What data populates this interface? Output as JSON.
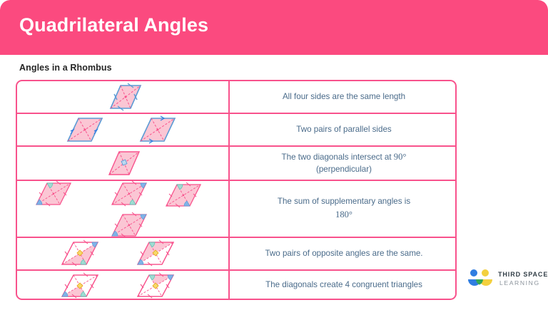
{
  "header": {
    "title": "Quadrilateral Angles",
    "bg_color": "#fb4a7f",
    "text_color": "#ffffff"
  },
  "section": {
    "title": "Angles in a Rhombus"
  },
  "table": {
    "border_color": "#f8528c",
    "text_color": "#4a6b8a",
    "shape_fill": "#fbc6d4",
    "shape_stroke_pink": "#f8528c",
    "shape_stroke_blue": "#5b9bd5",
    "angle_arc_teal": "#9fdcd2",
    "angle_arc_blue": "#7fb3e8",
    "angle_marker_orange": "#f5b731",
    "rows": [
      {
        "id": "row-equal-sides",
        "text": "All four sides are the same length",
        "diagram": "rhombus-with-equal-side-ticks",
        "shape_count": 1
      },
      {
        "id": "row-parallel-sides",
        "text": "Two pairs of parallel sides",
        "diagram": "rhombus-pair-with-parallel-arrows",
        "shape_count": 2
      },
      {
        "id": "row-diagonals-perpendicular",
        "text_line1": "The two diagonals intersect at ",
        "text_angle": "90°",
        "text_line2": "(perpendicular)",
        "diagram": "rhombus-with-right-angle-at-intersection",
        "shape_count": 1
      },
      {
        "id": "row-supplementary-angles",
        "text_line1": "The sum of supplementary angles is",
        "text_angle": "180°",
        "diagram": "rhombus-grid-with-supplementary-angle-arcs",
        "shape_count": 4
      },
      {
        "id": "row-opposite-angles",
        "text": "Two pairs of opposite angles are the same.",
        "diagram": "rhombus-pair-with-opposite-angle-arcs",
        "shape_count": 2
      },
      {
        "id": "row-congruent-triangles",
        "text": "The diagonals create 4 congruent triangles",
        "diagram": "rhombus-pair-with-congruent-triangle-shaded",
        "shape_count": 2
      }
    ]
  },
  "logo": {
    "name_line1": "THIRD SPACE",
    "name_line2": "LEARNING",
    "color_blue": "#2f7de1",
    "color_yellow": "#f3d03e",
    "color_green": "#34a853"
  }
}
